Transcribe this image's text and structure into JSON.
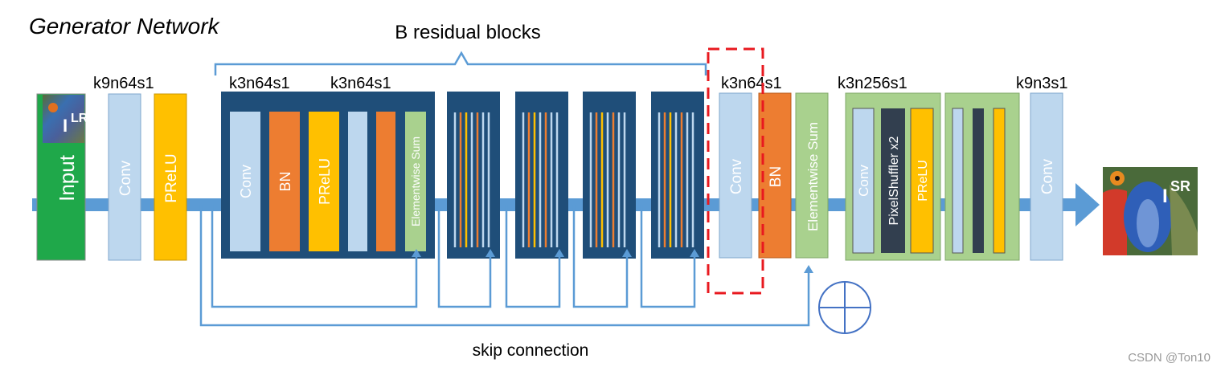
{
  "title": "Generator Network",
  "group_label": "B residual blocks",
  "skip_label": "skip connection",
  "watermark": "CSDN @Ton10",
  "params": {
    "first_conv": "k9n64s1",
    "res_conv1": "k3n64s1",
    "res_conv2": "k3n64s1",
    "post_res_conv": "k3n64s1",
    "upsample": "k3n256s1",
    "final_conv": "k9n3s1"
  },
  "input": {
    "label": "Input",
    "symbol": "I",
    "superscript": "LR"
  },
  "output": {
    "symbol": "I",
    "superscript": "SR"
  },
  "layers": {
    "conv": "Conv",
    "prelu": "PReLU",
    "bn": "BN",
    "elementwise_sum": "Elementwise Sum",
    "pixel_shuffler": "PixelShuffler x2"
  },
  "colors": {
    "conv": "#bdd7ee",
    "bn": "#ed7d31",
    "prelu": "#ffc000",
    "sum": "#a9d18e",
    "input": "#1fa84a",
    "block_bg": "#1f4e79",
    "upsample_bg": "#a9d18e",
    "arrow": "#5b9bd5",
    "highlight": "#e8191f"
  }
}
